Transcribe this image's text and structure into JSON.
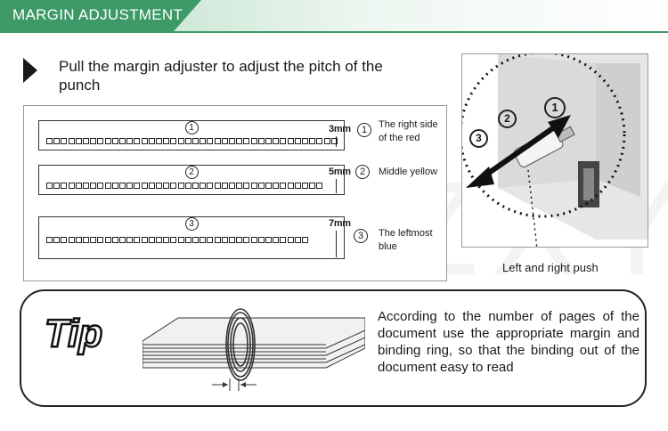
{
  "header": {
    "title": "MARGIN ADJUSTMENT"
  },
  "instruction": {
    "text": "Pull the margin adjuster to adjust the pitch of the punch"
  },
  "margins": [
    {
      "circle": "①",
      "label_number": "1",
      "size": "3mm",
      "description": "The right side of the red"
    },
    {
      "circle": "②",
      "label_number": "2",
      "size": "5mm",
      "description": "Middle yellow"
    },
    {
      "circle": "③",
      "label_number": "3",
      "size": "7mm",
      "description": "The leftmost blue"
    }
  ],
  "adjuster": {
    "push_label": "Left and right push",
    "marks": [
      "①",
      "②",
      "③"
    ]
  },
  "tip": {
    "badge": "Tip",
    "text": "According to the number of pages of the document use the appropriate margin and binding ring, so that the binding out of the document easy to read"
  },
  "watermark": "LZHZXY"
}
